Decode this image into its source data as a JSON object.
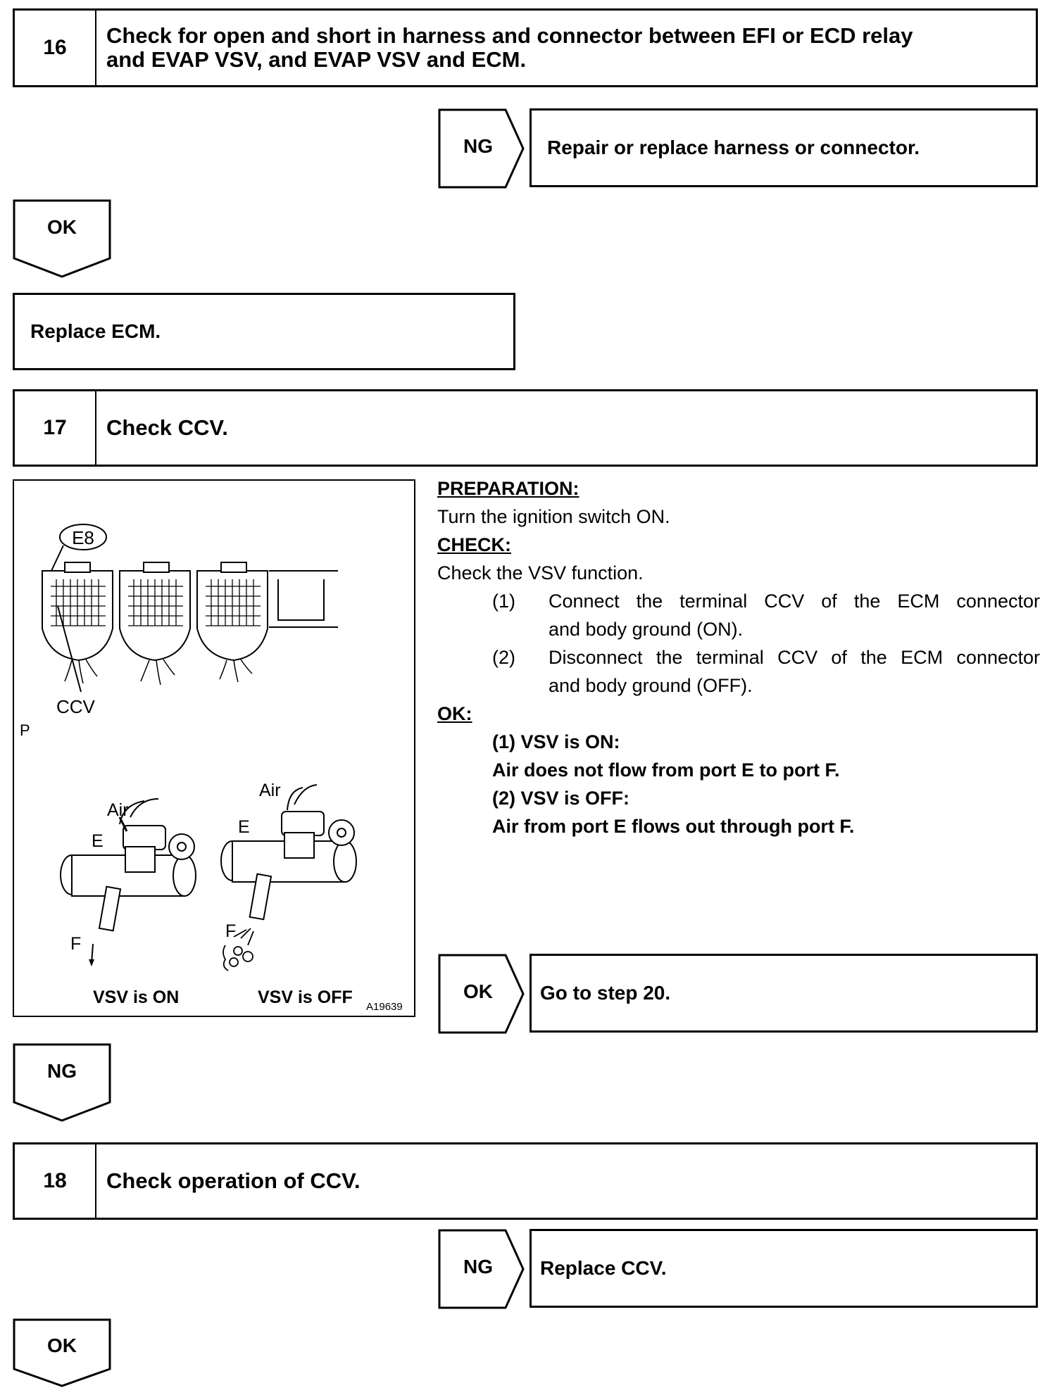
{
  "step16": {
    "number": "16",
    "title_line1": "Check for open and short in harness and connector between EFI or ECD relay",
    "title_line2": "and EVAP VSV, and EVAP VSV and ECM.",
    "ng_label": "NG",
    "ng_result": "Repair or replace harness or connector.",
    "ok_label": "OK",
    "ok_result": "Replace ECM."
  },
  "step17": {
    "number": "17",
    "title": "Check CCV.",
    "preparation_header": "PREPARATION:",
    "preparation_text": "Turn the ignition switch ON.",
    "check_header": "CHECK:",
    "check_text": "Check the VSV function.",
    "check_items": [
      {
        "num": "(1)",
        "line1": "Connect the terminal CCV of the ECM connector",
        "line2": "and body ground (ON)."
      },
      {
        "num": "(2)",
        "line1": "Disconnect the terminal CCV of the ECM connector",
        "line2": "and body ground (OFF)."
      }
    ],
    "ok_header": "OK:",
    "ok_lines": [
      "(1)  VSV is ON:",
      "Air does not flow from port E to port F.",
      "(2)  VSV is OFF:",
      "Air from port E flows out through port F."
    ],
    "ok_label": "OK",
    "ok_result": "Go to step 20.",
    "ng_label": "NG",
    "figure": {
      "connector_label": "E8",
      "terminal_label": "CCV",
      "side_mark": "P",
      "air_label": "Air",
      "port_e": "E",
      "port_f": "F",
      "caption_on": "VSV is ON",
      "caption_off": "VSV is OFF",
      "figure_id": "A19639"
    }
  },
  "step18": {
    "number": "18",
    "title": "Check operation of CCV.",
    "ng_label": "NG",
    "ng_result": "Replace CCV.",
    "ok_label": "OK"
  }
}
